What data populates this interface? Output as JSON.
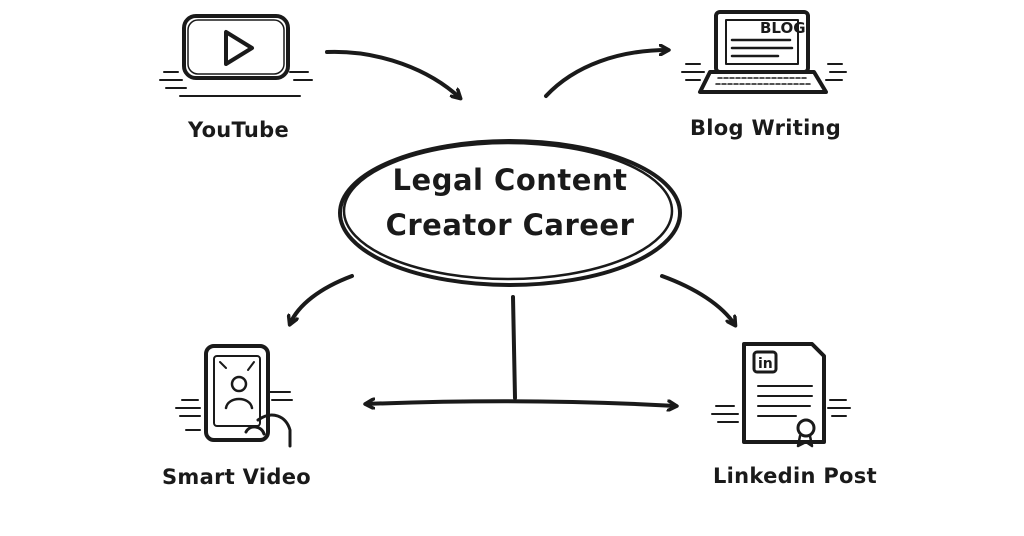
{
  "center": {
    "line1": "Legal Content",
    "line2": "Creator Career"
  },
  "nodes": {
    "youtube": {
      "label": "YouTube",
      "icon": "video-play-icon"
    },
    "blog": {
      "label": "Blog Writing",
      "icon": "laptop-blog-icon",
      "screen_text": "BLOG"
    },
    "smart_video": {
      "label": "Smart Video",
      "icon": "smartphone-icon"
    },
    "linkedin": {
      "label": "Linkedin Post",
      "icon": "linkedin-document-icon",
      "badge_text": "in"
    }
  },
  "colors": {
    "ink": "#1a1a1a",
    "background": "#ffffff"
  }
}
